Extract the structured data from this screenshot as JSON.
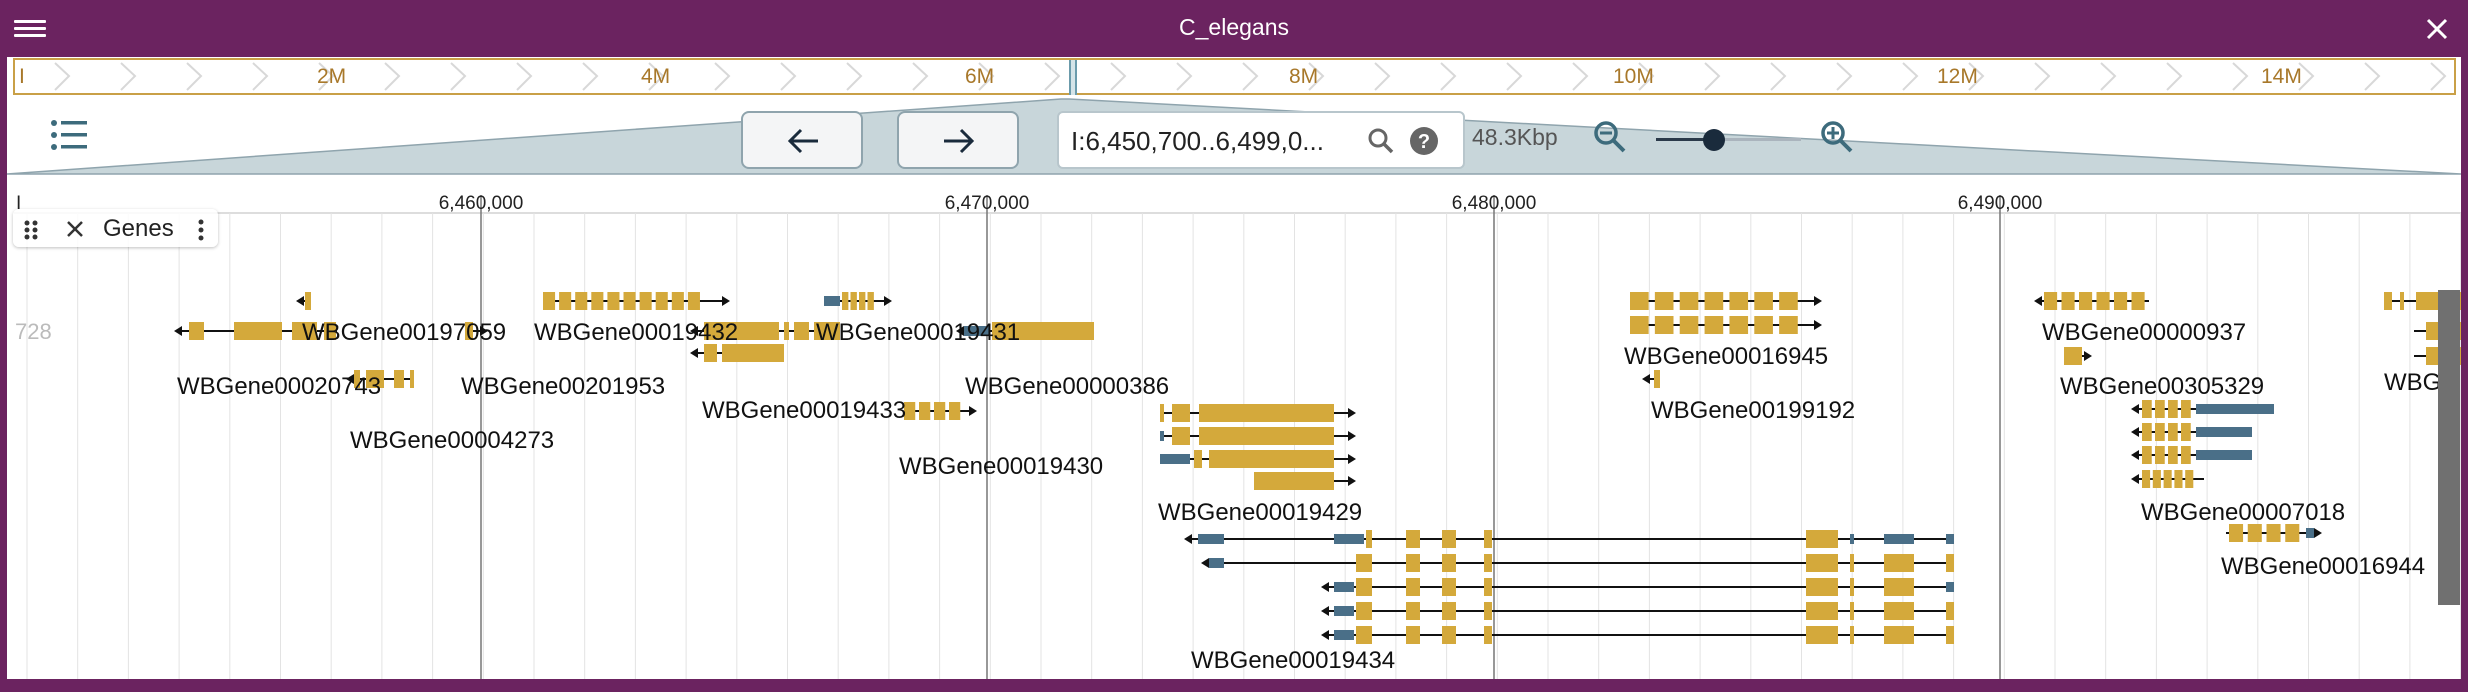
{
  "window": {
    "title": "C_elegans"
  },
  "overview": {
    "labels": [
      "I",
      "2M",
      "4M",
      "6M",
      "8M",
      "10M",
      "12M",
      "14M"
    ]
  },
  "navigation": {
    "location_value": "I:6,450,700..6,499,0...",
    "bp_label": "48.3Kbp",
    "zoom_level": 0.4
  },
  "scale": {
    "labels": [
      "6,460,000",
      "6,470,000",
      "6,480,000",
      "6,490,000"
    ],
    "start_marker": "I"
  },
  "track": {
    "name": "Genes",
    "ghost_text": "728"
  },
  "genes": [
    {
      "label": "WBGene00197059"
    },
    {
      "label": "WBGene00019432"
    },
    {
      "label": "WBGene00019431"
    },
    {
      "label": "WBGene00020743"
    },
    {
      "label": "WBGene00201953"
    },
    {
      "label": "WBGene00000386"
    },
    {
      "label": "WBGene00019433"
    },
    {
      "label": "WBGene00004273"
    },
    {
      "label": "WBGene00019430"
    },
    {
      "label": "WBGene00019429"
    },
    {
      "label": "WBGene00019434"
    },
    {
      "label": "WBGene00016945"
    },
    {
      "label": "WBGene00199192"
    },
    {
      "label": "WBGene00000937"
    },
    {
      "label": "WBGene00305329"
    },
    {
      "label": "WBGene00007018"
    },
    {
      "label": "WBGene00016944"
    },
    {
      "label": "WBG"
    }
  ],
  "colors": {
    "titlebar": "#6b2360",
    "exon": "#d4a93b",
    "utr": "#4a6f88",
    "overview_border": "#c9a047"
  }
}
